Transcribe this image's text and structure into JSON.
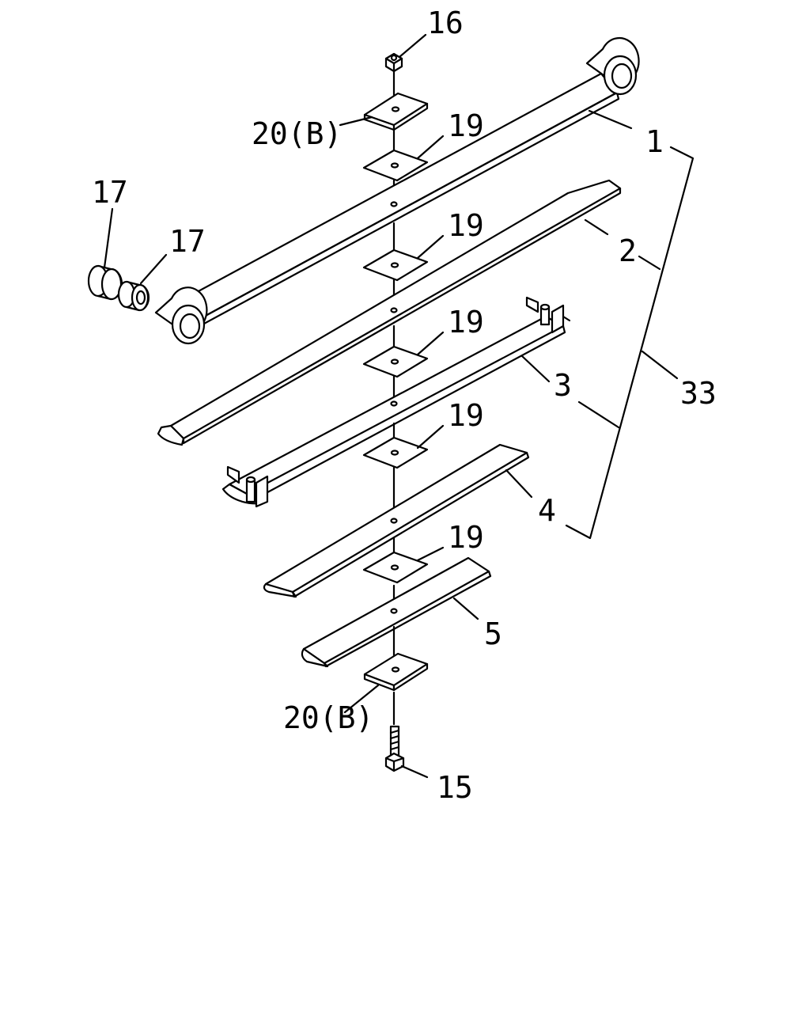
{
  "labels": {
    "bolt": "15",
    "nut": "16",
    "bushing_a": "17",
    "bushing_b": "17",
    "pad_1": "19",
    "pad_2": "19",
    "pad_3": "19",
    "pad_4": "19",
    "pad_5": "19",
    "plate_top": "20(B)",
    "plate_bottom": "20(B)",
    "leaf_1": "1",
    "leaf_2": "2",
    "leaf_3": "3",
    "leaf_4": "4",
    "leaf_5": "5",
    "assembly": "33"
  }
}
